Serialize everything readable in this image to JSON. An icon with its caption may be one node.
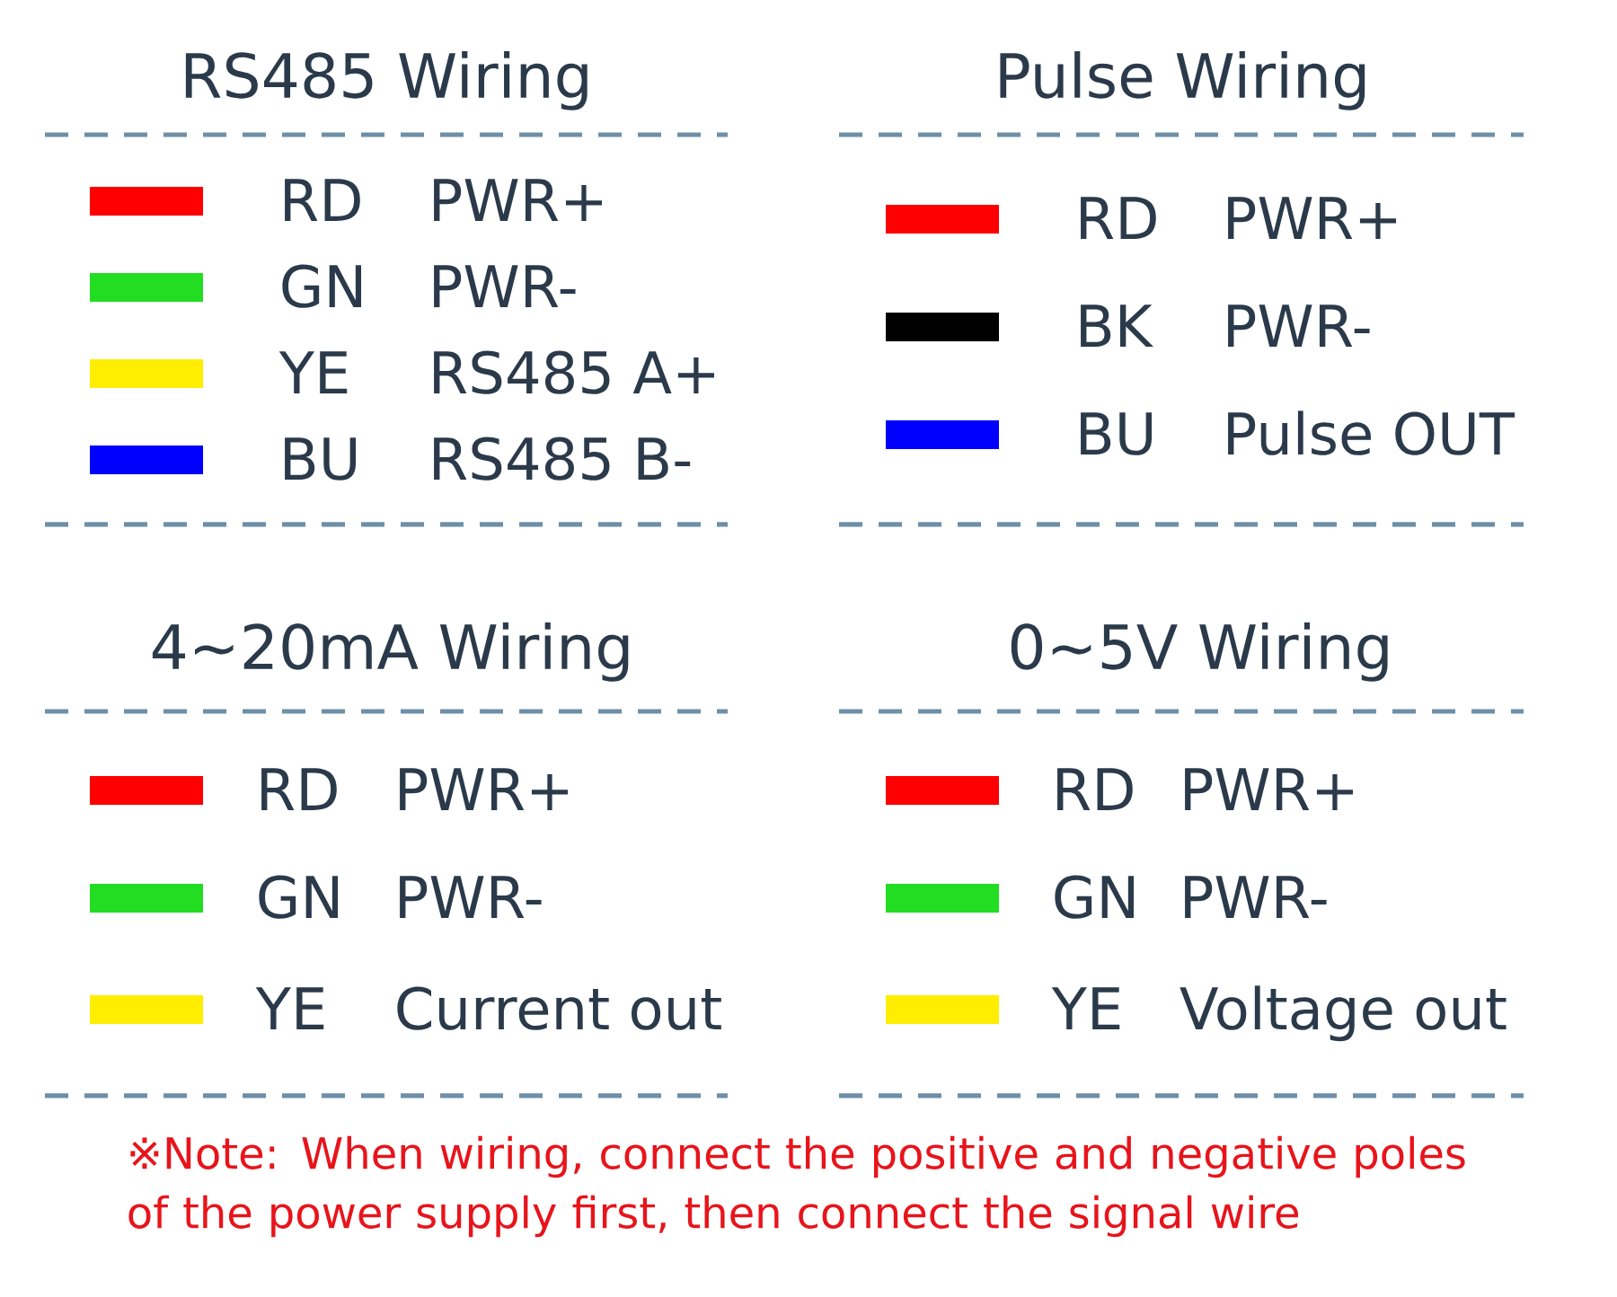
{
  "diagram": {
    "labels": [
      "RS485 Wiring",
      "PWR+",
      "PWR-",
      "RS485 A+",
      "RS485 B-",
      "Pulse Wiring",
      "PWR+",
      "PWR-",
      "Pulse OUT",
      "4~20mA Wiring",
      "PWR+",
      "PWR-",
      "Current out",
      "0~5V Wiring",
      "PWR+",
      "PWR-",
      "Voltage out",
      "※Note: When wiring, connect the positive and negative poles of the power supply first, then connect the signal wire"
    ],
    "legend": [
      {
        "text": "RD",
        "color": "#ff0000"
      },
      {
        "text": "GN",
        "color": "#22dd22"
      },
      {
        "text": "YE",
        "color": "#ffee00"
      },
      {
        "text": "BU",
        "color": "#0000ff"
      },
      {
        "text": "RD",
        "color": "#ff0000"
      },
      {
        "text": "BK",
        "color": "#000000"
      },
      {
        "text": "BU",
        "color": "#0000ff"
      },
      {
        "text": "RD",
        "color": "#ff0000"
      },
      {
        "text": "GN",
        "color": "#22dd22"
      },
      {
        "text": "YE",
        "color": "#ffee00"
      },
      {
        "text": "RD",
        "color": "#ff0000"
      },
      {
        "text": "GN",
        "color": "#22dd22"
      },
      {
        "text": "YE",
        "color": "#ffee00"
      }
    ]
  }
}
